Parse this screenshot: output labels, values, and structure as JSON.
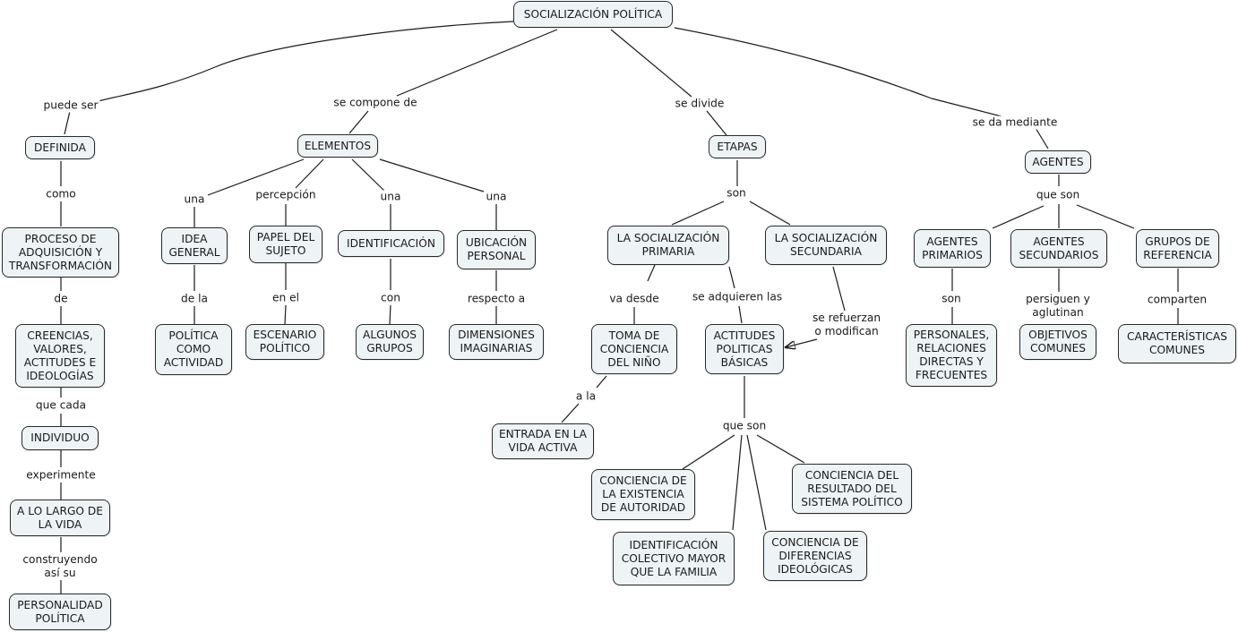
{
  "title": "SOCIALIZACIÓN POLÍTICA",
  "colors": {
    "node_fill": "#eef3f5",
    "node_border": "#2a2a2a",
    "line": "#1a1a1a",
    "background": "#ffffff"
  },
  "nodes": {
    "root": "SOCIALIZACIÓN POLÍTICA",
    "definida": "DEFINIDA",
    "proceso": "PROCESO DE\nADQUISICIÓN Y\nTRANSFORMACIÓN",
    "creencias": "CREENCIAS,\nVALORES,\nACTITUDES E\nIDEOLOGÍAS",
    "individuo": "INDIVIDUO",
    "largo_vida": "A LO LARGO DE\nLA VIDA",
    "personalidad": "PERSONALIDAD\nPOLÍTICA",
    "elementos": "ELEMENTOS",
    "idea_general": "IDEA\nGENERAL",
    "papel_sujeto": "PAPEL DEL\nSUJETO",
    "identificacion": "IDENTIFICACIÓN",
    "ubicacion": "UBICACIÓN\nPERSONAL",
    "politica_actividad": "POLÍTICA\nCOMO\nACTIVIDAD",
    "escenario": "ESCENARIO\nPOLÍTICO",
    "algunos_grupos": "ALGUNOS\nGRUPOS",
    "dimensiones": "DIMENSIONES\nIMAGINARIAS",
    "etapas": "ETAPAS",
    "soc_primaria": "LA SOCIALIZACIÓN\nPRIMARIA",
    "soc_secundaria": "LA SOCIALIZACIÓN\nSECUNDARIA",
    "toma_conciencia": "TOMA DE\nCONCIENCIA\nDEL NIÑO",
    "actitudes": "ACTITUDES\nPOLITICAS\nBÁSICAS",
    "entrada_vida": "ENTRADA EN LA\nVIDA ACTIVA",
    "conc_autoridad": "CONCIENCIA DE\nLA EXISTENCIA\nDE AUTORIDAD",
    "ident_colectivo": "IDENTIFICACIÓN\nCOLECTIVO MAYOR\nQUE LA FAMILIA",
    "conc_diferencias": "CONCIENCIA DE\nDIFERENCIAS\nIDEOLÓGICAS",
    "conc_resultado": "CONCIENCIA DEL\nRESULTADO DEL\nSISTEMA POLÍTICO",
    "agentes": "AGENTES",
    "agentes_primarios": "AGENTES\nPRIMARIOS",
    "agentes_secundarios": "AGENTES\nSECUNDARIOS",
    "grupos_referencia": "GRUPOS DE\nREFERENCIA",
    "personales": "PERSONALES,\nRELACIONES\nDIRECTAS Y\nFRECUENTES",
    "objetivos": "OBJETIVOS\nCOMUNES",
    "caracteristicas": "CARACTERÍSTICAS\nCOMUNES"
  },
  "links": {
    "puede_ser": "puede ser",
    "como": "como",
    "de": "de",
    "que_cada": "que cada",
    "experimente": "experimente",
    "construyendo": "construyendo\nasí su",
    "se_compone_de": "se compone de",
    "una_1": "una",
    "percepcion": "percepción",
    "una_2": "una",
    "una_3": "una",
    "de_la": "de la",
    "en_el": "en el",
    "con": "con",
    "respecto_a": "respecto a",
    "se_divide": "se divide",
    "son_etapas": "son",
    "va_desde": "va desde",
    "se_adquieren": "se adquieren las",
    "se_refuerzan": "se refuerzan\no modifican",
    "a_la": "a la",
    "que_son_actitudes": "que son",
    "se_da_mediante": "se da mediante",
    "que_son_agentes": "que son",
    "son_agentes": "son",
    "persiguen": "persiguen y\naglutinan",
    "comparten": "comparten"
  }
}
